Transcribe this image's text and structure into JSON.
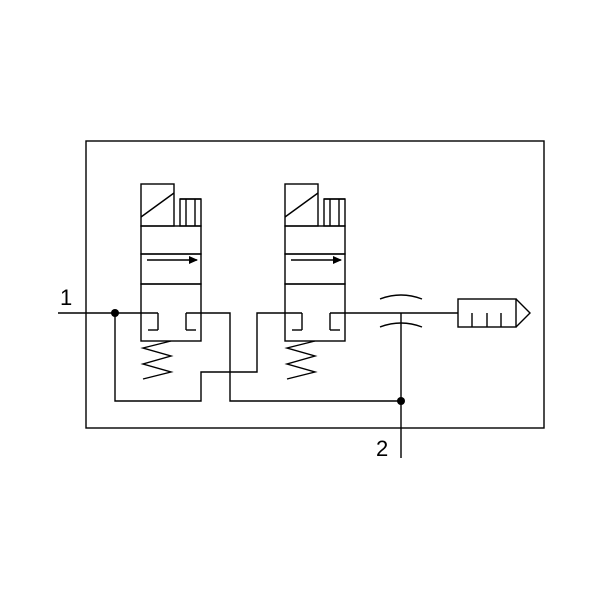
{
  "ports": {
    "inlet_label": "1",
    "outlet_label": "2"
  },
  "components": {
    "valve_1": "solenoid-valve-spring-return",
    "valve_2": "solenoid-valve-spring-return",
    "throttle": "flow-restrictor",
    "exhaust": "silencer"
  },
  "colors": {
    "line": "#000000",
    "background": "#ffffff"
  }
}
